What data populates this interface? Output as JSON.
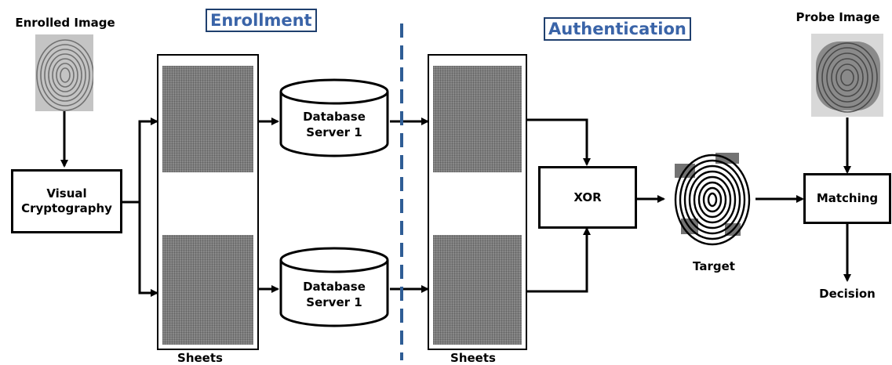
{
  "labels": {
    "enrolled_image": "Enrolled Image",
    "probe_image": "Probe Image",
    "enrollment": "Enrollment",
    "authentication": "Authentication",
    "visual_crypto_line1": "Visual",
    "visual_crypto_line2": "Cryptography",
    "db_top_line1": "Database",
    "db_top_line2": "Server 1",
    "db_bottom_line1": "Database",
    "db_bottom_line2": "Server 1",
    "xor": "XOR",
    "matching": "Matching",
    "target": "Target",
    "decision": "Decision",
    "sheets_left": "Sheets",
    "sheets_right": "Sheets"
  },
  "colors": {
    "phase_text": "#3a64a8",
    "phase_border": "#1f3f6e",
    "divider": "#2f5d95",
    "share_gray": "#777777",
    "line": "#000000"
  },
  "icons": {
    "enrolled_fingerprint": "fingerprint-gray-icon",
    "probe_fingerprint": "fingerprint-gray-icon",
    "target_fingerprint": "fingerprint-binary-icon"
  }
}
